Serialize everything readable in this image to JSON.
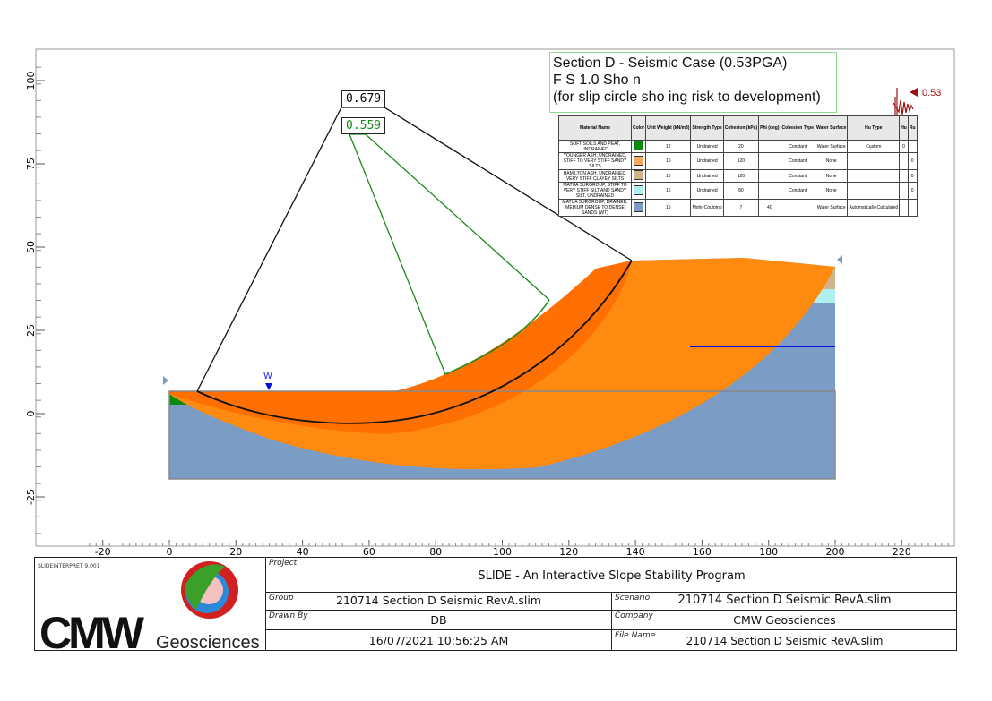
{
  "title_box": {
    "line1": "Section D - Seismic Case (0.53PGA)",
    "line2": "F   S   1.0 Sho   n",
    "line3": "(for slip circle sho   ing risk to development)"
  },
  "fs_labels": {
    "critical": "0.679",
    "secondary": "0.559"
  },
  "seismic": {
    "label": "0.53",
    "color": "#a01010"
  },
  "water_label": "W",
  "materials": {
    "headers": [
      "Material Name",
      "Color",
      "Unit Weight (kN/m3)",
      "Strength Type",
      "Cohesion (kPa)",
      "Phi (deg)",
      "Cohesion Type",
      "Water Surface",
      "Hu Type",
      "Hu",
      "Ru"
    ],
    "rows": [
      {
        "name": "SOFT SOILS AND PEAT, UNDRAINED",
        "color": "#0a8a0a",
        "uw": "12",
        "type": "Undrained",
        "coh": "20",
        "phi": "",
        "ctype": "Constant",
        "ws": "Water Surface",
        "hutype": "Custom",
        "hu": "0",
        "ru": ""
      },
      {
        "name": "YOUNGER ASH, UNDRAINED, STIFF TO VERY STIFF SANDY SILTS",
        "color": "#f7a860",
        "uw": "16",
        "type": "Undrained",
        "coh": "120",
        "phi": "",
        "ctype": "Constant",
        "ws": "None",
        "hutype": "",
        "hu": "",
        "ru": "0"
      },
      {
        "name": "HAMILTON ASH, UNDRAINED, VERY STIFF CLAYEY SILTS",
        "color": "#d2b48c",
        "uw": "16",
        "type": "Undrained",
        "coh": "120",
        "phi": "",
        "ctype": "Constant",
        "ws": "None",
        "hutype": "",
        "hu": "",
        "ru": "0"
      },
      {
        "name": "MATUA SURGROUP, STIFF TO VERY STIFF SILT AND SANDY SILT, UNDRAINED",
        "color": "#b0eef0",
        "uw": "16",
        "type": "Undrained",
        "coh": "80",
        "phi": "",
        "ctype": "Constant",
        "ws": "None",
        "hutype": "",
        "hu": "",
        "ru": "0"
      },
      {
        "name": "MATUA SURGROUP, DRAINED, MEDIUM DENSE TO DENSE SANDS (WT)",
        "color": "#7b9cc4",
        "uw": "15",
        "type": "Mohr-Coulomb",
        "coh": "7",
        "phi": "40",
        "ctype": "",
        "ws": "Water Surface",
        "hutype": "Automatically Calculated",
        "hu": "",
        "ru": ""
      }
    ]
  },
  "axes": {
    "x_ticks": [
      "-20",
      "0",
      "20",
      "40",
      "60",
      "80",
      "100",
      "120",
      "140",
      "160",
      "180",
      "200",
      "220"
    ],
    "y_ticks": [
      "100",
      "75",
      "50",
      "25",
      "0",
      "-25"
    ]
  },
  "title_block": {
    "project_label": "Project",
    "project": "SLIDE - An Interactive Slope Stability Program",
    "group_label": "Group",
    "group": "210714 Section D Seismic RevA.slim",
    "scenario_label": "Scenario",
    "scenario": "210714 Section D Seismic RevA.slim",
    "drawn_label": "Drawn By",
    "drawn": "DB",
    "company_label": "Company",
    "company": "CMW Geosciences",
    "date": "16/07/2021 10:56:25 AM",
    "file_label": "File Name",
    "file": "210714 Section D Seismic RevA.slim",
    "logo_text": "CMW",
    "logo_sub": "Geosciences",
    "version": "SLIDEINTERPRET 9.001"
  }
}
